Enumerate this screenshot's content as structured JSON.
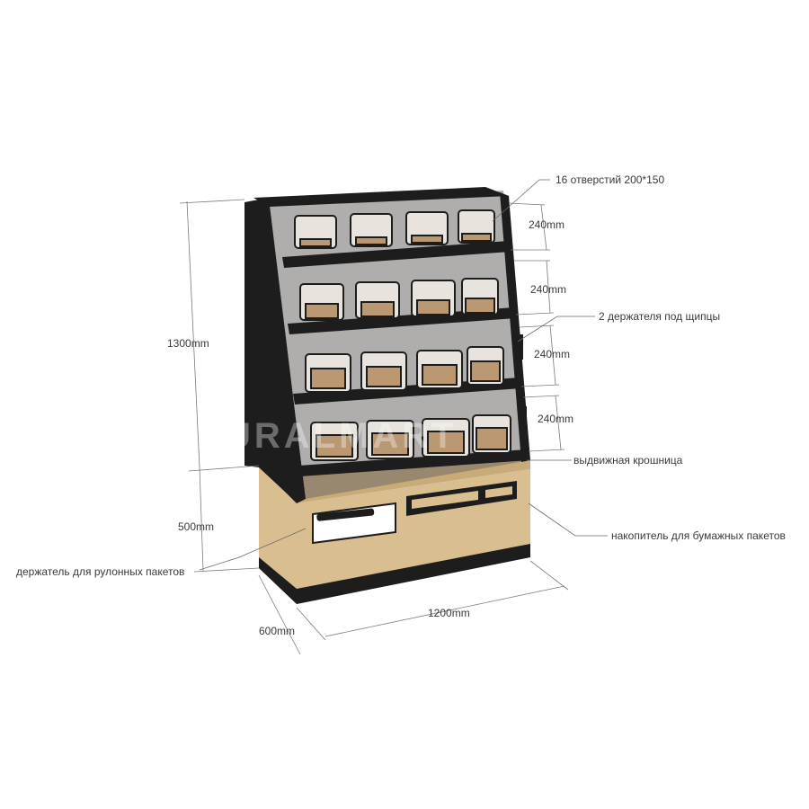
{
  "dimensions": {
    "total_height": "1300mm",
    "base_height": "500mm",
    "width": "1200mm",
    "depth": "600mm",
    "shelf_pitch": [
      "240mm",
      "240mm",
      "240mm",
      "240mm"
    ]
  },
  "callouts": {
    "openings": "16 отверстий 200*150",
    "tong_holders": "2 держателя под щипцы",
    "crumb_tray": "выдвижная крошница",
    "paper_bag_storage": "накопитель для бумажных пакетов",
    "roll_bag_holder": "держатель для рулонных пакетов"
  },
  "watermark": "URALMART",
  "colors": {
    "frame": "#1d1d1d",
    "wood": "#d9bf8f",
    "bins": "#b99872",
    "lines": "#7a7a7a"
  }
}
